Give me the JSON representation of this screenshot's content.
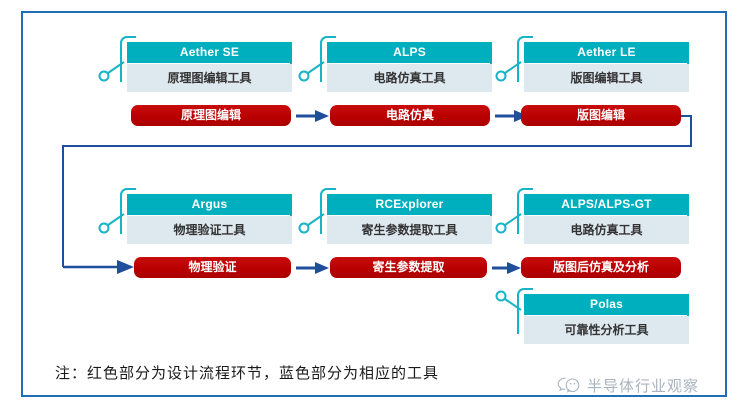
{
  "frame": {
    "border_color": "#1f6fb5",
    "background": "#ffffff"
  },
  "palette": {
    "teal": "#00afbe",
    "teal_line": "#16b4c6",
    "card_body": "#dde8ef",
    "red": "#c00000",
    "arrow_navy": "#1f4e9c",
    "frame_blue": "#1f6fb5",
    "watermark_gray": "#9aa6b4"
  },
  "tools": [
    {
      "name": "Aether SE",
      "desc": "原理图编辑工具"
    },
    {
      "name": "ALPS",
      "desc": "电路仿真工具"
    },
    {
      "name": "Aether LE",
      "desc": "版图编辑工具"
    },
    {
      "name": "Argus",
      "desc": "物理验证工具"
    },
    {
      "name": "RCExplorer",
      "desc": "寄生参数提取工具"
    },
    {
      "name": "ALPS/ALPS-GT",
      "desc": "电路仿真工具"
    },
    {
      "name": "Polas",
      "desc": "可靠性分析工具"
    }
  ],
  "flow_steps": [
    {
      "label": "原理图编辑"
    },
    {
      "label": "电路仿真"
    },
    {
      "label": "版图编辑"
    },
    {
      "label": "物理验证"
    },
    {
      "label": "寄生参数提取"
    },
    {
      "label": "版图后仿真及分析"
    }
  ],
  "caption": {
    "text": "注：红色部分为设计流程环节，蓝色部分为相应的工具"
  },
  "watermark": {
    "icon": "wechat-icon",
    "text": "半导体行业观察"
  }
}
